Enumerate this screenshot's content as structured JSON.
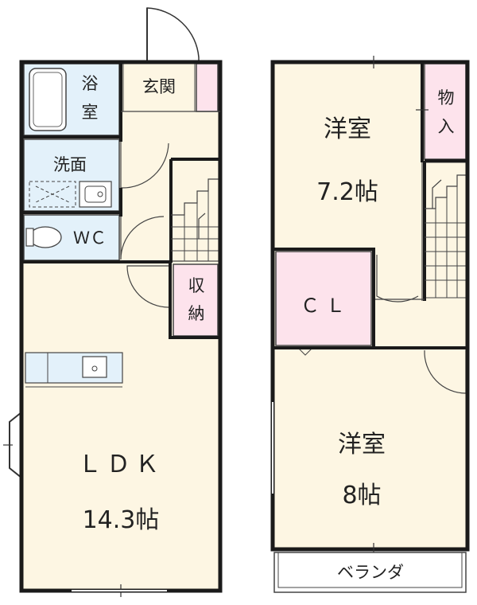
{
  "floor1": {
    "bath": [
      "浴",
      "室"
    ],
    "entrance": "玄関",
    "washroom": "洗面",
    "wc": "ＷＣ",
    "storage": [
      "収",
      "納"
    ],
    "ldk": "ＬＤＫ",
    "ldk_size": "14.3帖"
  },
  "floor2": {
    "western_room_1": "洋室",
    "western_room_1_size": "7.2帖",
    "storeroom": [
      "物",
      "入"
    ],
    "closet": "ＣＬ",
    "western_room_2": "洋室",
    "western_room_2_size": "8帖",
    "veranda": "ベランダ"
  },
  "colors": {
    "wall": "#1a1a1a",
    "ldk_floor": "#fdf6e3",
    "wet_area": "#e3f1fa",
    "storage": "#fde3ec",
    "veranda": "#ffffff"
  }
}
